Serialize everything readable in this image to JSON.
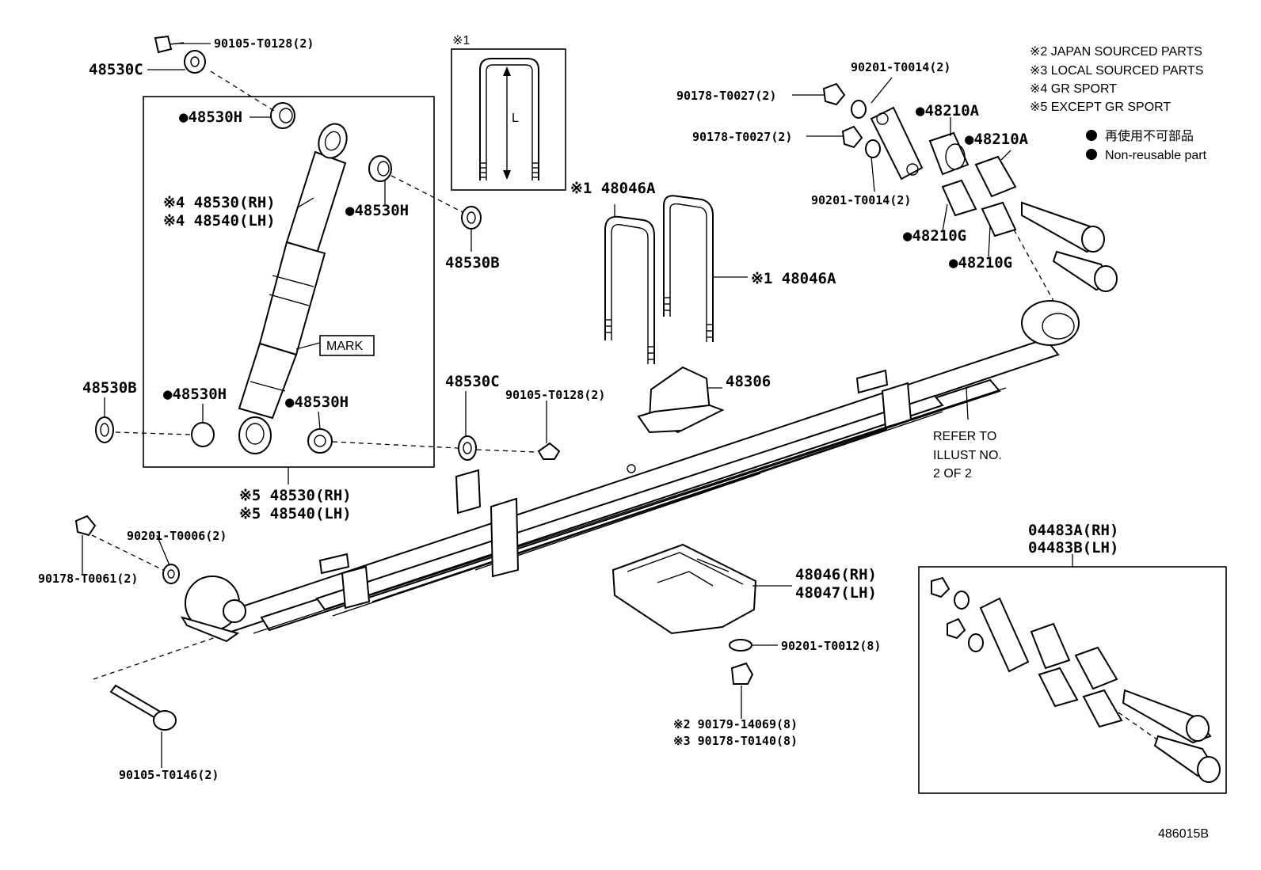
{
  "legend": {
    "note2": "※2 JAPAN SOURCED PARTS",
    "note3": "※3 LOCAL SOURCED PARTS",
    "note4": "※4 GR SPORT",
    "note5": "※5 EXCEPT GR SPORT",
    "nonreusable_jp": "再使用不可部品",
    "nonreusable_en": "Non-reusable part"
  },
  "ubolt_detail": {
    "mark": "※1",
    "dimension": "L"
  },
  "shock_box": {
    "mark_label": "MARK"
  },
  "labels": {
    "p90105_t0128_top": "90105-T0128(2)",
    "p48530c_top": "48530C",
    "p48530h_top": "●48530H",
    "p48530_rh_gr": "※4 48530(RH)",
    "p48540_lh_gr": "※4 48540(LH)",
    "p48530h_right": "●48530H",
    "p48530b_right": "48530B",
    "p48530b_left": "48530B",
    "p48530h_bottom_left": "●48530H",
    "p48530h_bottom_right": "●48530H",
    "p48530c_mid": "48530C",
    "p90105_t0128_mid": "90105-T0128(2)",
    "p48530_rh": "※5 48530(RH)",
    "p48540_lh": "※5 48540(LH)",
    "p48046a_top": "※1 48046A",
    "p48046a_right": "※1 48046A",
    "p48306": "48306",
    "p90201_t0014_top": "90201-T0014(2)",
    "p90178_t0027_a": "90178-T0027(2)",
    "p90178_t0027_b": "90178-T0027(2)",
    "p90201_t0014_bottom": "90201-T0014(2)",
    "p48210a_1": "●48210A",
    "p48210a_2": "●48210A",
    "p48210g_1": "●48210G",
    "p48210g_2": "●48210G",
    "refer_1": "REFER TO",
    "refer_2": "ILLUST NO.",
    "refer_3": "2 OF 2",
    "p90201_t0006": "90201-T0006(2)",
    "p90178_t0061": "90178-T0061(2)",
    "p48046_rh": "48046(RH)",
    "p48047_lh": "48047(LH)",
    "p90201_t0012": "90201-T0012(8)",
    "p90179_14069": "※2 90179-14069(8)",
    "p90178_t0140": "※3 90178-T0140(8)",
    "p90105_t0146": "90105-T0146(2)",
    "p04483a": "04483A(RH)",
    "p04483b": "04483B(LH)",
    "figure_code": "486015B"
  }
}
